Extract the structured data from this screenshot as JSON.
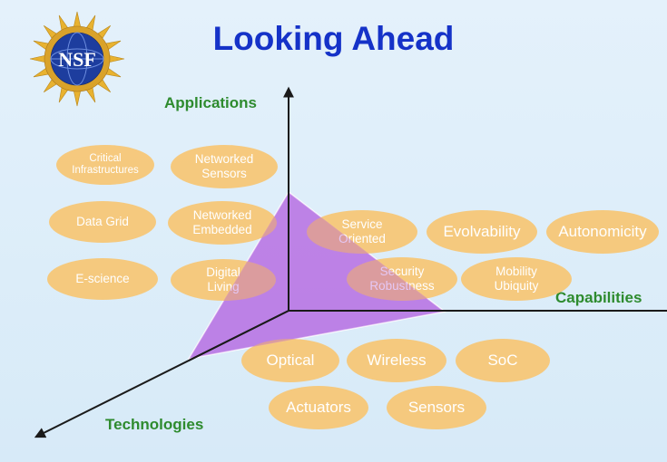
{
  "slide": {
    "title": "Looking Ahead",
    "logo_text": "NSF",
    "colors": {
      "title": "#1532c8",
      "axis_label": "#2e8b2e",
      "ellipse": "#f8c46c",
      "triangle": "#b35ee0"
    }
  },
  "axes": {
    "applications": "Applications",
    "capabilities": "Capabilities",
    "technologies": "Technologies"
  },
  "applications": [
    "Critical\nInfrastructures",
    "Networked\nSensors",
    "Data Grid",
    "Networked\nEmbedded",
    "E-science",
    "Digital\nLiving"
  ],
  "capabilities": [
    "Service\nOriented",
    "Evolvability",
    "Autonomicity",
    "Security\nRobustness",
    "Mobility\nUbiquity"
  ],
  "technologies": [
    "Optical",
    "Wireless",
    "SoC",
    "Actuators",
    "Sensors"
  ]
}
